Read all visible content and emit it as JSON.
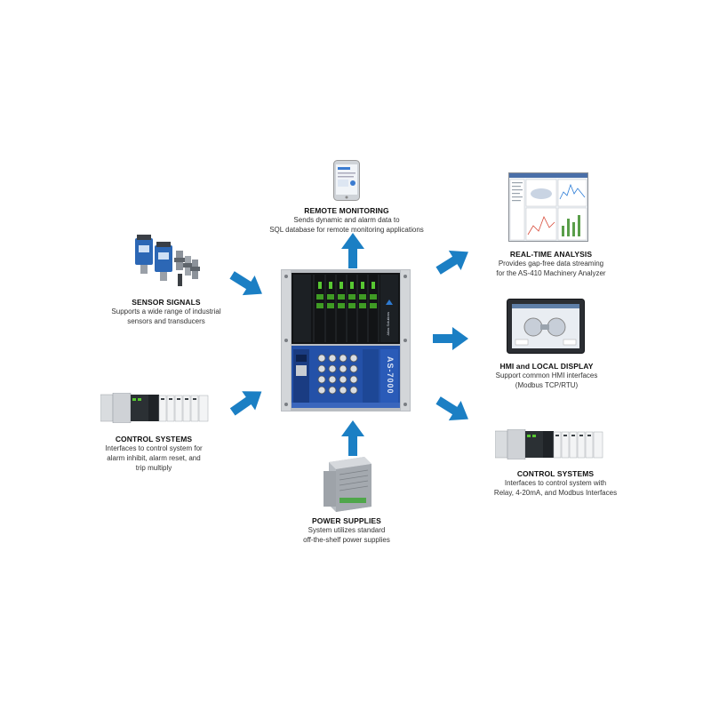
{
  "colors": {
    "arrow": "#1b7fc4",
    "rack_blue": "#2451a8",
    "rack_black": "#121416",
    "led_green": "#58c832"
  },
  "center": {
    "brand": "Atlas Solutions",
    "model": "AS-7000"
  },
  "nodes": {
    "remote": {
      "title": "REMOTE MONITORING",
      "desc": [
        "Sends dynamic and alarm data to",
        "SQL database for remote monitoring applications"
      ],
      "icon": "tablet-icon"
    },
    "realtime": {
      "title": "REAL-TIME ANALYSIS",
      "desc": [
        "Provides gap-free data streaming",
        "for  the AS-410 Machinery Analyzer"
      ],
      "icon": "software-screen-icon"
    },
    "sensor": {
      "title": "SENSOR SIGNALS",
      "desc": [
        "Supports a wide range of industrial",
        "sensors and transducers"
      ],
      "icon": "sensor-icon"
    },
    "hmi": {
      "title": "HMI and LOCAL DISPLAY",
      "desc": [
        "Support common HMI interfaces",
        "(Modbus TCP/RTU)"
      ],
      "icon": "hmi-panel-icon"
    },
    "control_left": {
      "title": "CONTROL SYSTEMS",
      "desc": [
        "Interfaces to control system for",
        "alarm inhibit, alarm reset, and",
        "trip multiply"
      ],
      "icon": "plc-icon"
    },
    "control_right": {
      "title": "CONTROL SYSTEMS",
      "desc": [
        "Interfaces to control system with",
        "Relay, 4-20mA, and Modbus Interfaces"
      ],
      "icon": "plc-icon"
    },
    "power": {
      "title": "POWER SUPPLIES",
      "desc": [
        "System utilizes standard",
        "off-the-shelf power supplies"
      ],
      "icon": "power-supply-icon"
    }
  }
}
